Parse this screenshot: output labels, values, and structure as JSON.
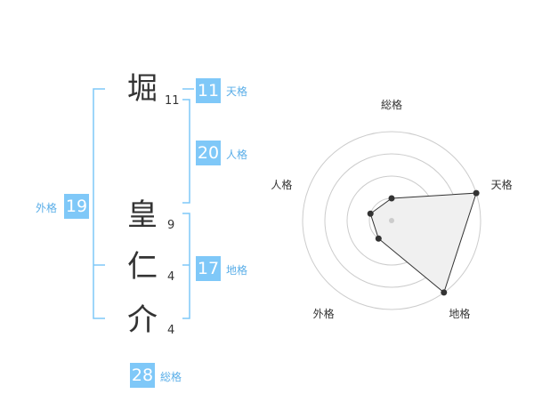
{
  "name": {
    "surname": [
      {
        "char": "堀",
        "strokes": "11"
      }
    ],
    "given": [
      {
        "char": "皇",
        "strokes": "9"
      },
      {
        "char": "仁",
        "strokes": "4"
      },
      {
        "char": "介",
        "strokes": "4"
      }
    ]
  },
  "kakusu": {
    "tenkaku": {
      "value": "11",
      "label": "天格"
    },
    "jinkaku": {
      "value": "20",
      "label": "人格"
    },
    "chikaku": {
      "value": "17",
      "label": "地格"
    },
    "gaikaku": {
      "value": "19",
      "label": "外格"
    },
    "soukaku": {
      "value": "28",
      "label": "総格"
    }
  },
  "colors": {
    "accent": "#7fc8f8",
    "label": "#5aaee8",
    "radar_fill": "#f0f0f0",
    "grid": "#cccccc"
  },
  "chart_data": {
    "type": "radar",
    "axes": [
      "総格",
      "天格",
      "地格",
      "外格",
      "人格"
    ],
    "values": [
      1,
      4,
      4,
      1,
      1
    ],
    "max": 4
  }
}
